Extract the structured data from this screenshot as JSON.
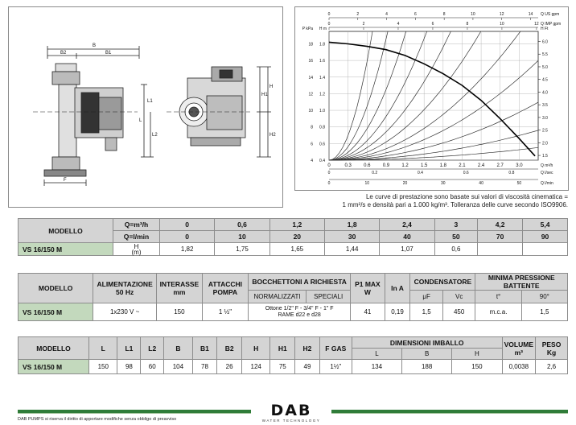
{
  "drawing": {
    "labels": {
      "b": "B",
      "b2": "B2",
      "b1": "B1",
      "l": "L",
      "l1": "L1",
      "l2": "L2",
      "f": "F",
      "h": "H",
      "h1": "H1",
      "h2": "H2"
    }
  },
  "chart_data": {
    "type": "line",
    "title": "",
    "ylabel_left_1": "P kPa",
    "ylabel_left_2": "H m",
    "ylabel_right": "H Ft",
    "x_top_1_unit": "Q US gpm",
    "x_top_2_unit": "Q IMP gpm",
    "x_bottom_1_unit": "Q m³/h",
    "x_bottom_2_unit": "Q l/sec",
    "x_bottom_3_unit": "Q l/min",
    "xlim_m3h": [
      0,
      3.3
    ],
    "ylim_m": [
      0.4,
      1.95
    ],
    "kpa_ticks": [
      "4",
      "6",
      "8",
      "10",
      "12",
      "14",
      "16",
      "18"
    ],
    "m_ticks": [
      "0.4",
      "0.6",
      "0.8",
      "1.0",
      "1.2",
      "1.4",
      "1.6",
      "1.8"
    ],
    "ft_ticks": [
      "1.5",
      "2.0",
      "2.5",
      "3.0",
      "3.5",
      "4.0",
      "4.5",
      "5.0",
      "5.5",
      "6.0"
    ],
    "ft_values": [
      1.5,
      2.0,
      2.5,
      3.0,
      3.5,
      4.0,
      4.5,
      5.0,
      5.5,
      6.0
    ],
    "us_gpm_ticks": [
      "0",
      "2",
      "4",
      "6",
      "8",
      "10",
      "12",
      "14"
    ],
    "us_gpm_values": [
      0,
      2,
      4,
      6,
      8,
      10,
      12,
      14
    ],
    "imp_gpm_ticks": [
      "0",
      "2",
      "4",
      "6",
      "8",
      "10",
      "12"
    ],
    "imp_gpm_values": [
      0,
      2,
      4,
      6,
      8,
      10,
      12
    ],
    "m3h_ticks": [
      "0",
      "0.3",
      "0.6",
      "0.9",
      "1.2",
      "1.5",
      "1.8",
      "2.1",
      "2.4",
      "2.7",
      "3.0"
    ],
    "m3h_values": [
      0,
      0.3,
      0.6,
      0.9,
      1.2,
      1.5,
      1.8,
      2.1,
      2.4,
      2.7,
      3.0
    ],
    "lsec_ticks": [
      "0",
      "0.2",
      "0.4",
      "0.6",
      "0.8"
    ],
    "lsec_values": [
      0,
      0.2,
      0.4,
      0.6,
      0.8
    ],
    "lmin_ticks": [
      "0",
      "10",
      "20",
      "30",
      "40",
      "50"
    ],
    "lmin_values": [
      0,
      10,
      20,
      30,
      40,
      50
    ],
    "pump_curve": {
      "x": [
        0,
        0.3,
        0.6,
        0.9,
        1.2,
        1.5,
        1.8,
        2.1,
        2.4,
        2.7,
        3.0,
        3.25
      ],
      "y": [
        1.82,
        1.8,
        1.77,
        1.73,
        1.66,
        1.56,
        1.44,
        1.3,
        1.12,
        0.9,
        0.66,
        0.45
      ]
    },
    "system_curve_k": [
      0.014,
      0.033,
      0.064,
      0.11,
      0.17,
      0.27,
      0.42,
      0.65,
      1.05,
      1.8,
      3.3
    ],
    "grid": true
  },
  "note": {
    "line1": "Le curve di prestazione sono basate sui valori di viscosità cinematica =",
    "line2": "1 mm²/s e densità pari a 1.000 kg/m³. Tolleranza delle curve secondo ISO9906."
  },
  "perf_table": {
    "modello": "MODELLO",
    "q_m3h_label": "Q=m³/h",
    "q_lmin_label": "Q=l/min",
    "q_m3h": [
      "0",
      "0,6",
      "1,2",
      "1,8",
      "2,4",
      "3",
      "4,2",
      "5,4"
    ],
    "q_lmin": [
      "0",
      "10",
      "20",
      "30",
      "40",
      "50",
      "70",
      "90"
    ],
    "model": "VS 16/150 M",
    "h_label": "H",
    "h_unit": "(m)",
    "h_values": [
      "1,82",
      "1,75",
      "1,65",
      "1,44",
      "1,07",
      "0,6",
      "",
      ""
    ]
  },
  "elec_table": {
    "modello": "MODELLO",
    "alimentazione": "ALIMENTAZIONE 50 Hz",
    "interasse": "INTERASSE mm",
    "attacchi": "ATTACCHI POMPA",
    "bocchettoni": "BOCCHETTONI A RICHIESTA",
    "normalizzati": "NORMALIZZATI",
    "speciali": "SPECIALI",
    "p1max": "P1 MAX W",
    "in_a": "In A",
    "condensatore": "CONDENSATORE",
    "uf": "μF",
    "vc": "Vc",
    "pressione": "MINIMA PRESSIONE BATTENTE",
    "t": "t°",
    "t90": "90°",
    "model": "VS 16/150 M",
    "row": {
      "alimentazione": "1x230 V ~",
      "interasse": "150",
      "attacchi": "1 ½\"",
      "bocchettoni_line1": "Ottone 1/2\" F - 3/4\" F - 1\" F",
      "bocchettoni_line2": "RAME d22 e d28",
      "p1max": "41",
      "in_a": "0,19",
      "uf": "1,5",
      "vc": "450",
      "t": "m.c.a.",
      "t90": "1,5"
    }
  },
  "dim_table": {
    "modello": "MODELLO",
    "headers": [
      "L",
      "L1",
      "L2",
      "B",
      "B1",
      "B2",
      "H",
      "H1",
      "H2"
    ],
    "f_gas": "F GAS",
    "imballo": "DIMENSIONI IMBALLO",
    "imballo_cols": [
      "L",
      "B",
      "H"
    ],
    "volume": "VOLUME m³",
    "peso": "PESO Kg",
    "model": "VS 16/150 M",
    "values": [
      "150",
      "98",
      "60",
      "104",
      "78",
      "26",
      "124",
      "75",
      "49"
    ],
    "f": "1½\"",
    "imballo_values": [
      "134",
      "188",
      "150"
    ],
    "volume_value": "0,0038",
    "peso_value": "2,6"
  },
  "footer": {
    "disclaimer": "DAB PUMPS si riserva il diritto di apportare modifiche senza obbligo di preavviso",
    "logo": "DAB",
    "logo_sub": "WATER TECHNOLOGY"
  },
  "colors": {
    "accent_green": "#2f7c39",
    "model_cell": "#c3d9bd",
    "header_gray": "#d4d4d4"
  }
}
